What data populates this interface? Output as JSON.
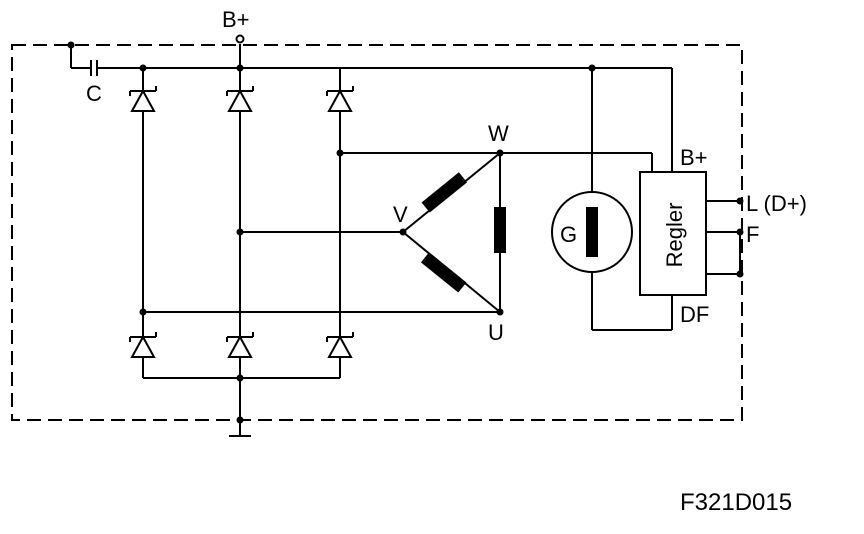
{
  "labels": {
    "b_plus_top": "B+",
    "capacitor": "C",
    "phase_w": "W",
    "phase_v": "V",
    "phase_u": "U",
    "generator": "G",
    "regulator": "Regler",
    "reg_b_plus": "B+",
    "reg_df": "DF",
    "terminal_l": "L (D+)",
    "terminal_f": "F",
    "figure_code": "F321D015"
  }
}
